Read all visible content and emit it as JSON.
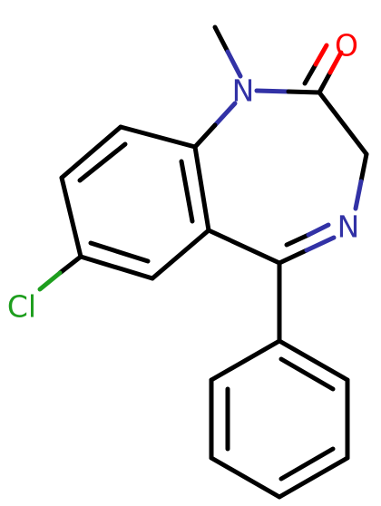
{
  "colors": {
    "bond": "#000000",
    "N": "#3232A6",
    "O": "#FF0000",
    "Cl": "#1E9E1E",
    "background": "#FFFFFF"
  },
  "molecule": {
    "atom_labels": {
      "n1": "N",
      "n4": "N",
      "o": "O",
      "cl": "Cl"
    }
  }
}
